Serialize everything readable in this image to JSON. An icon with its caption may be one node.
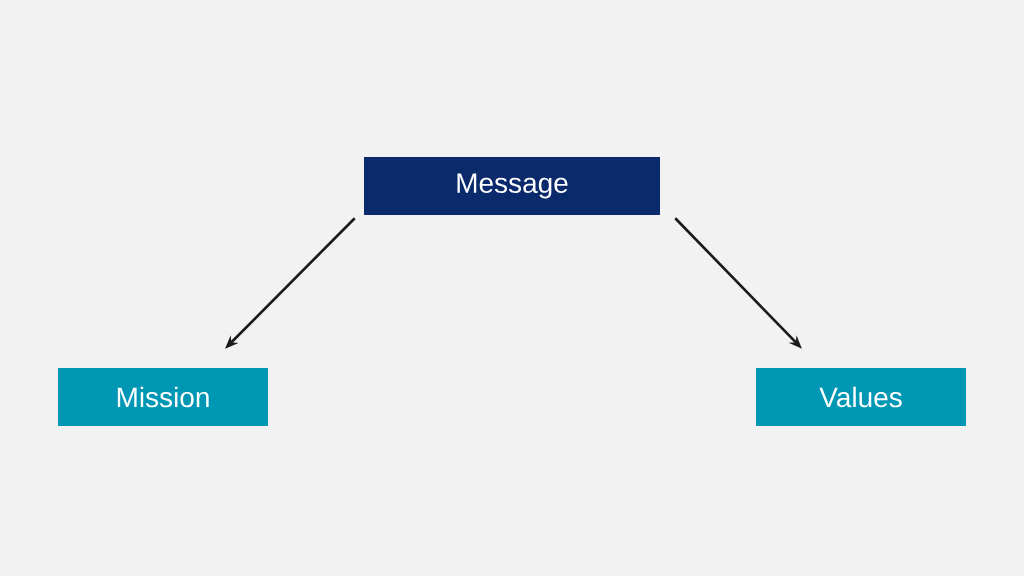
{
  "diagram": {
    "nodes": [
      {
        "text": [
          "Message"
        ]
      },
      {
        "text": [
          "Mission"
        ]
      },
      {
        "text": [
          "Values"
        ]
      }
    ],
    "edges": [
      {
        "from": 0,
        "to": 1,
        "arrow": "to"
      },
      {
        "from": 0,
        "to": 2,
        "arrow": "to"
      }
    ]
  }
}
